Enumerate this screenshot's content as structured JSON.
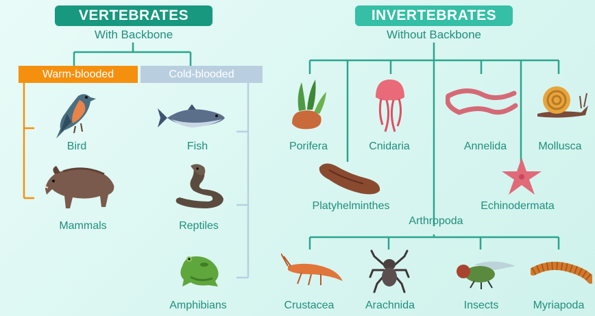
{
  "vertebrates": {
    "title": "VERTEBRATES",
    "subtitle": "With Backbone",
    "warm_label": "Warm-blooded",
    "cold_label": "Cold-blooded",
    "animals": {
      "bird": "Bird",
      "mammals": "Mammals",
      "fish": "Fish",
      "reptiles": "Reptiles",
      "amphibians": "Amphibians"
    }
  },
  "invertebrates": {
    "title": "INVERTEBRATES",
    "subtitle": "Without Backbone",
    "groups": {
      "porifera": "Porifera",
      "cnidaria": "Cnidaria",
      "annelida": "Annelida",
      "mollusca": "Mollusca",
      "platyhelminthes": "Platyhelminthes",
      "echinodermata": "Echinodermata",
      "arthropoda": "Arthropoda"
    },
    "arthropods": {
      "crustacea": "Crustacea",
      "arachnida": "Arachnida",
      "insects": "Insects",
      "myriapoda": "Myriapoda"
    }
  },
  "colors": {
    "title_bg": "#17987f",
    "title_bg_light": "#34bfa6",
    "teal_line": "#2aa58e",
    "warm": "#f5900f",
    "cold": "#b9cfe0"
  }
}
